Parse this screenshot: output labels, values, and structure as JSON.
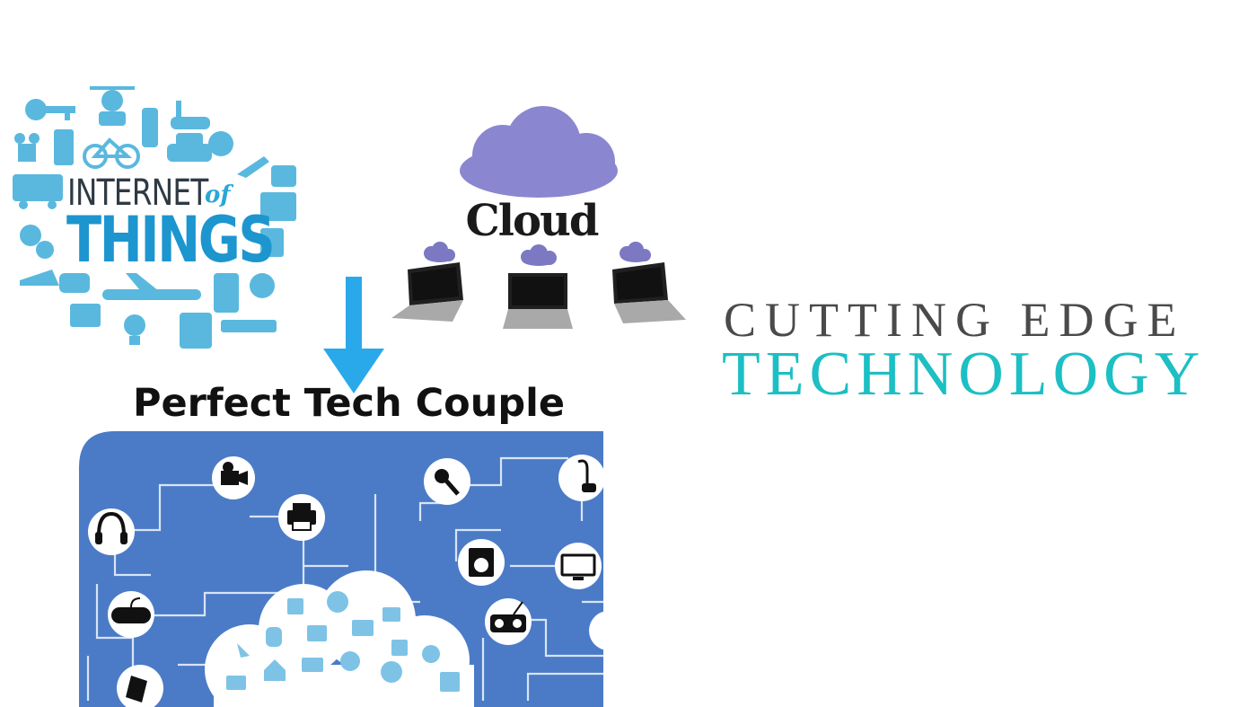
{
  "iot": {
    "title_line1": "INTERNET",
    "title_of": "of",
    "title_line2": "THINGS",
    "color_primary": "#1d95cf",
    "color_dark": "#2f3a43"
  },
  "cloud": {
    "label": "Cloud",
    "cloud_color": "#8a86cf",
    "laptop_count": 3
  },
  "couple": {
    "title": "Perfect Tech Couple",
    "network_color": "#4b7bc6",
    "device_icons": [
      "video-camera-icon",
      "printer-icon",
      "headset-icon",
      "gamepad-icon",
      "mobile-phone-icon",
      "microphone-icon",
      "vacuum-cleaner-icon",
      "washing-machine-icon",
      "monitor-icon",
      "boombox-icon"
    ]
  },
  "tagline": {
    "line1": "CUTTING EDGE",
    "line2": "TECHNOLOGY",
    "color_line1": "#4a4a4a",
    "color_line2": "#1cbfc4"
  }
}
